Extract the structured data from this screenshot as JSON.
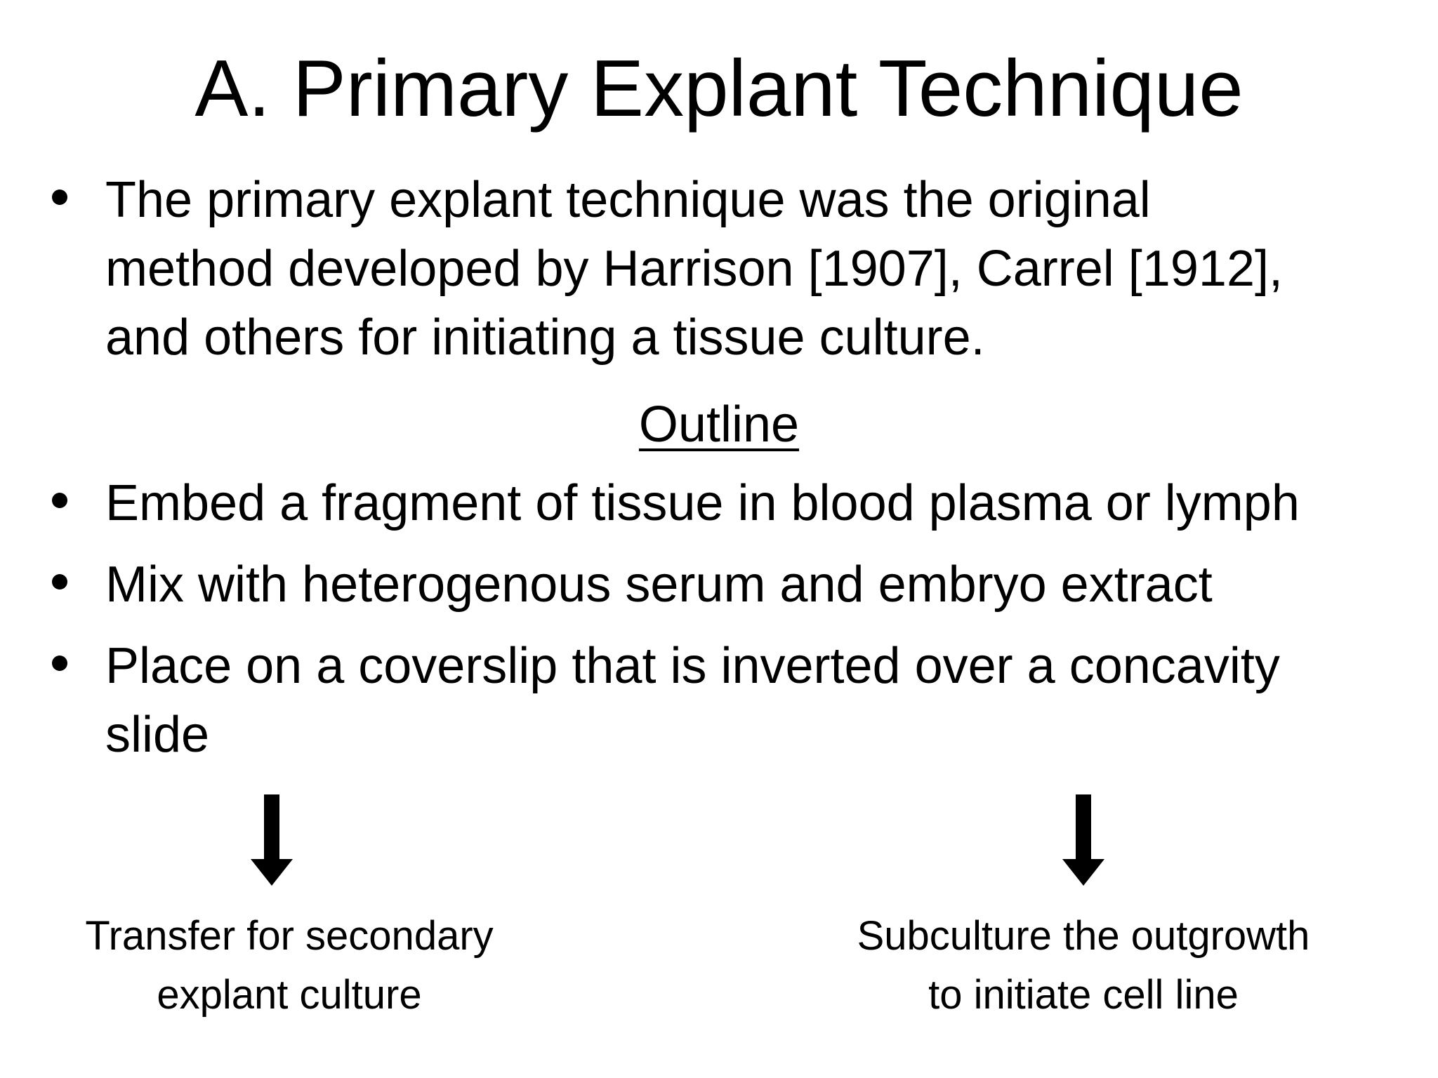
{
  "slide": {
    "title": "A. Primary Explant Technique",
    "intro_bullet": {
      "lines": [
        "The primary explant technique was the original",
        "method developed by Harrison [1907], Carrel [1912],",
        "and others for initiating a tissue culture."
      ]
    },
    "outline_heading": "Outline",
    "outline_bullets": [
      {
        "lines": [
          "Embed a fragment of tissue in blood plasma or lymph"
        ]
      },
      {
        "lines": [
          "Mix with heterogenous serum and embryo extract"
        ]
      },
      {
        "lines": [
          "Place on a coverslip that is inverted over a concavity",
          "slide"
        ]
      }
    ],
    "outcomes": {
      "left": {
        "icon": "down-arrow-icon",
        "lines": [
          "Transfer for secondary",
          "explant culture"
        ]
      },
      "right": {
        "icon": "down-arrow-icon",
        "lines": [
          "Subculture the outgrowth",
          "to initiate cell line"
        ]
      }
    },
    "colors": {
      "background": "#ffffff",
      "text": "#000000"
    }
  }
}
